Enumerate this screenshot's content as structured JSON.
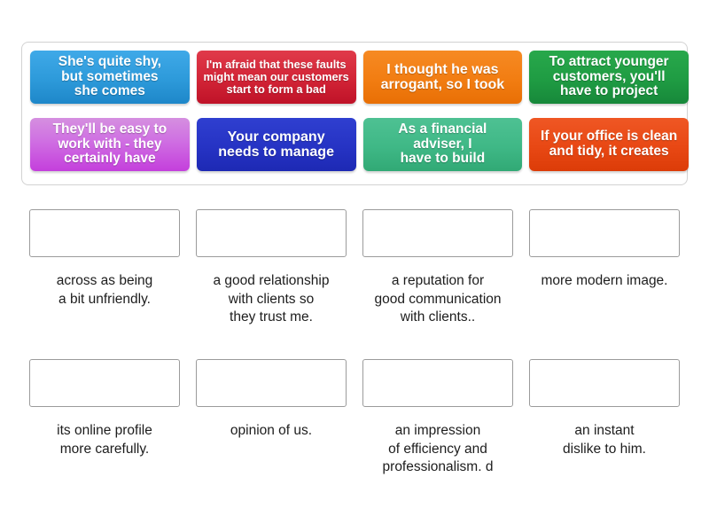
{
  "tile_bank": {
    "name": "draggable-sentence-starters",
    "tiles": [
      {
        "id": "tile-1",
        "text": "She's quite shy,\nbut sometimes\nshe comes",
        "color": "#2d9ada",
        "variant": "t-blue",
        "size": "fs-15"
      },
      {
        "id": "tile-2",
        "text": "I'm afraid that these faults\nmight mean our customers\nstart to form a bad",
        "color": "#d22436",
        "variant": "t-red",
        "size": "fs-13"
      },
      {
        "id": "tile-3",
        "text": "I thought he was\narrogant, so I took",
        "color": "#f27d12",
        "variant": "t-orange",
        "size": "fs-16"
      },
      {
        "id": "tile-4",
        "text": "To attract younger\ncustomers, you'll\nhave to project",
        "color": "#1f9c43",
        "variant": "t-green",
        "size": "fs-15"
      },
      {
        "id": "tile-5",
        "text": "They'll be easy to\nwork with - they\ncertainly have",
        "color": "#cf6ee2",
        "variant": "t-magenta",
        "size": "fs-15"
      },
      {
        "id": "tile-6",
        "text": "Your company\nneeds to manage",
        "color": "#2633c4",
        "variant": "t-navy",
        "size": "fs-16"
      },
      {
        "id": "tile-7",
        "text": "As a financial\nadviser, I\nhave to build",
        "color": "#3fb886",
        "variant": "t-seagrn",
        "size": "fs-15"
      },
      {
        "id": "tile-8",
        "text": "If your office is clean\nand tidy, it creates",
        "color": "#e84814",
        "variant": "t-orangered",
        "size": "fs-15"
      }
    ]
  },
  "answer_rows": [
    {
      "row_index": 0,
      "slots": [
        {
          "id": "slot-1",
          "dropped_text": "",
          "label": "across as being\na bit unfriendly."
        },
        {
          "id": "slot-2",
          "dropped_text": "",
          "label": "a good relationship\nwith clients so\nthey trust me."
        },
        {
          "id": "slot-3",
          "dropped_text": "",
          "label": "a reputation for\ngood communication\nwith clients.."
        },
        {
          "id": "slot-4",
          "dropped_text": "",
          "label": "more modern image."
        }
      ]
    },
    {
      "row_index": 1,
      "slots": [
        {
          "id": "slot-5",
          "dropped_text": "",
          "label": "its online profile\nmore carefully."
        },
        {
          "id": "slot-6",
          "dropped_text": "",
          "label": "opinion of us."
        },
        {
          "id": "slot-7",
          "dropped_text": "",
          "label": "an impression\nof efficiency and\nprofessionalism. d"
        },
        {
          "id": "slot-8",
          "dropped_text": "",
          "label": "an instant\ndislike to him."
        }
      ]
    }
  ],
  "theme": {
    "page_background": "#ffffff",
    "bank_border": "#d2d2d2",
    "slot_border": "#9b9b9b",
    "label_text": "#1d1d1d",
    "tile_text": "#ffffff"
  }
}
